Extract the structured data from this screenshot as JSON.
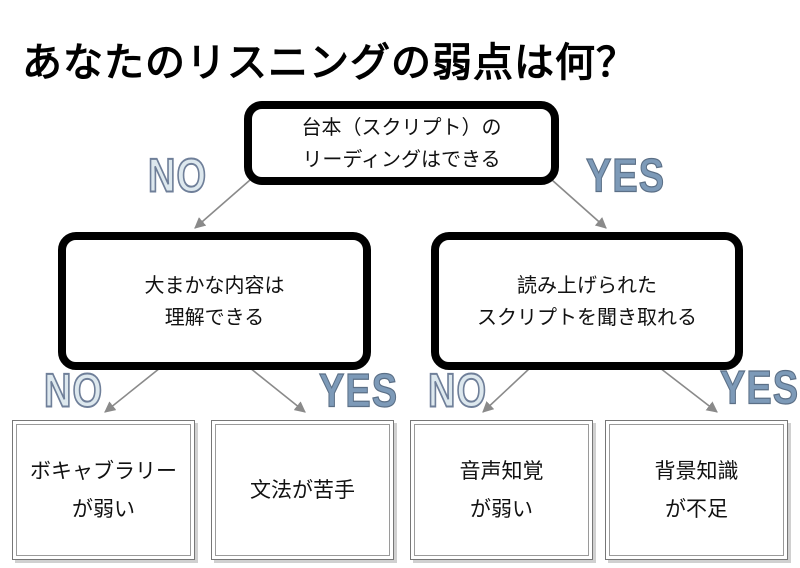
{
  "title": "あなたのリスニングの弱点は何？",
  "nodes": {
    "root": {
      "line1": "台本（スクリプト）の",
      "line2": "リーディングはできる"
    },
    "left": {
      "line1": "大まかな内容は",
      "line2": "理解できる"
    },
    "right": {
      "line1": "読み上げられた",
      "line2": "スクリプトを聞き取れる"
    },
    "leaf1": {
      "line1": "ボキャブラリー",
      "line2": "が弱い"
    },
    "leaf2": {
      "line1": "文法が苦手"
    },
    "leaf3": {
      "line1": "音声知覚",
      "line2": "が弱い"
    },
    "leaf4": {
      "line1": "背景知識",
      "line2": "が不足"
    }
  },
  "labels": {
    "no": "NO",
    "yes": "YES"
  },
  "colors": {
    "border": "#000000",
    "no_fill": "#dde8ee",
    "yes_fill": "#7d9ab8",
    "connector": "#8a8a8a"
  }
}
